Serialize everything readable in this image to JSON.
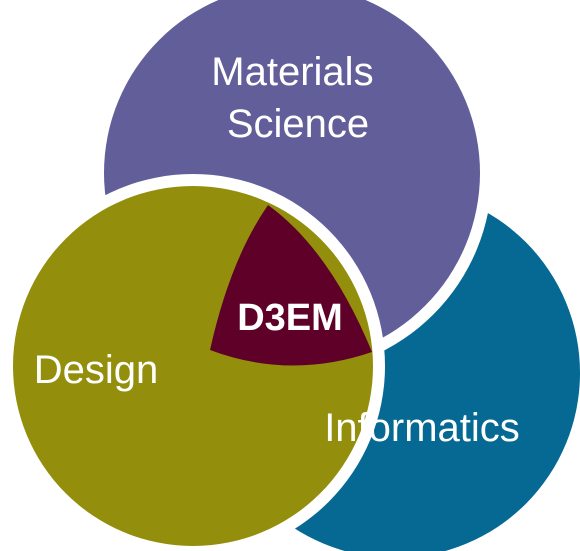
{
  "diagram": {
    "circles": [
      {
        "id": "materials-science",
        "lines": [
          "Materials",
          "Science"
        ],
        "color": "#625e9a"
      },
      {
        "id": "design",
        "lines": [
          "Design"
        ],
        "color": "#938f0d"
      },
      {
        "id": "informatics",
        "lines": [
          "Informatics"
        ],
        "color": "#056993"
      }
    ],
    "center": {
      "label": "D3EM",
      "color": "#5f0028"
    },
    "gap_color": "#ffffff"
  }
}
